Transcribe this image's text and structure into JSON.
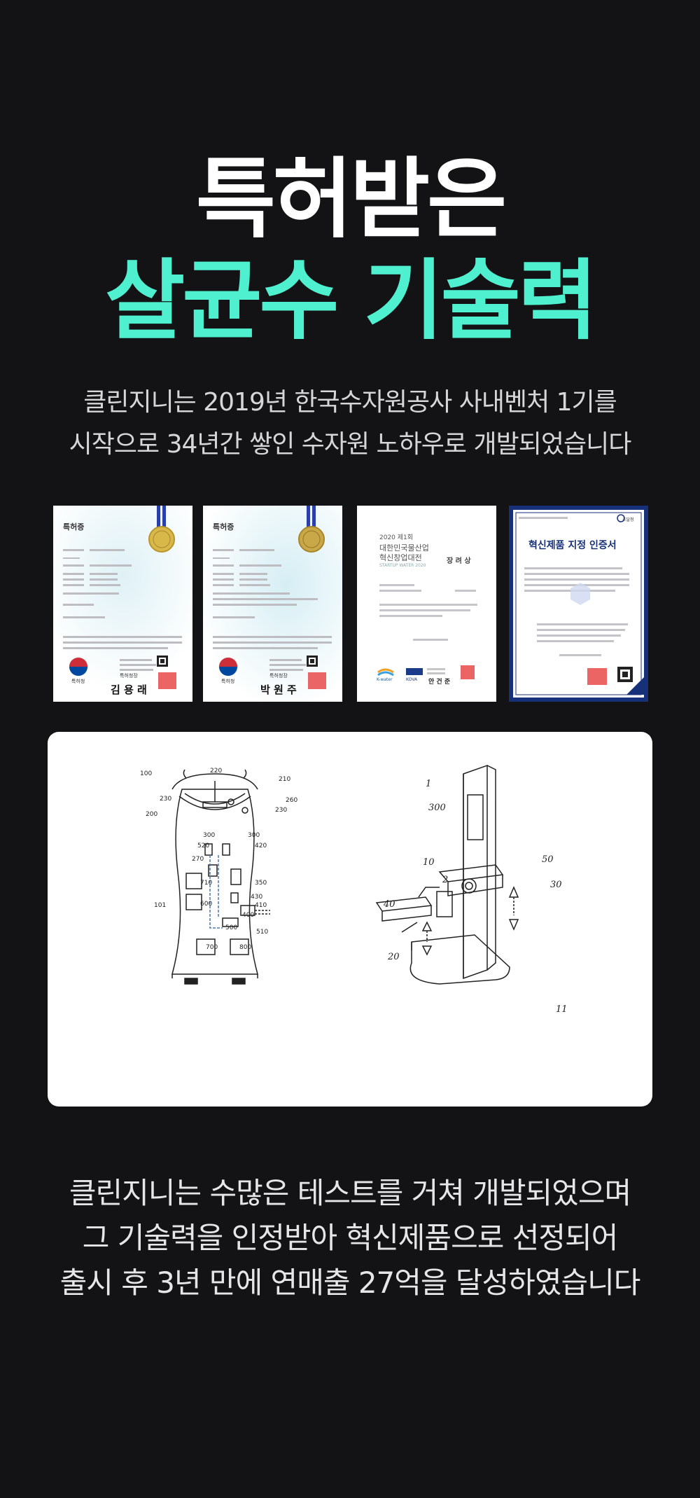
{
  "hero": {
    "line1": "특허받은",
    "line2": "살균수 기술력"
  },
  "intro": {
    "line1": "클린지니는 2019년 한국수자원공사 사내벤처 1기를",
    "line2": "시작으로 34년간 쌓인 수자원 노하우로 개발되었습니다"
  },
  "certificates": [
    {
      "heading": "특허증",
      "footer": "특허청장",
      "signature": "김 용 래",
      "seal_label": "특허청"
    },
    {
      "heading": "특허증",
      "footer": "특허청장",
      "signature": "박 원 주",
      "seal_label": "특허청"
    },
    {
      "year": "2020 제1회",
      "event_line1": "대한민국물산업",
      "event_line2": "혁신창업대전",
      "event_en": "STARTUP WATER 2020",
      "award": "장 려 상",
      "logo1": "K-water",
      "logo2": "KOVA",
      "signature": "안 건 준"
    },
    {
      "ministry": "조달청",
      "heading": "혁신제품 지정 인증서"
    }
  ],
  "drawing": {
    "left_labels": [
      "100",
      "220",
      "210",
      "230",
      "200",
      "260",
      "230",
      "300",
      "300",
      "520",
      "420",
      "270",
      "710",
      "350",
      "600",
      "430",
      "410",
      "101",
      "400",
      "500",
      "510",
      "700",
      "800"
    ],
    "right_labels": [
      "1",
      "300",
      "50",
      "10",
      "2",
      "30",
      "40",
      "20",
      "11"
    ]
  },
  "outro": {
    "line1": "클린지니는 수많은 테스트를 거쳐 개발되었으며",
    "line2": "그 기술력을 인정받아 혁신제품으로 선정되어",
    "line3": "출시 후 3년 만에 연매출 27억을 달성하였습니다"
  },
  "colors": {
    "background": "#131316",
    "accent": "#4ff0cf",
    "cert_navy": "#17307a"
  }
}
